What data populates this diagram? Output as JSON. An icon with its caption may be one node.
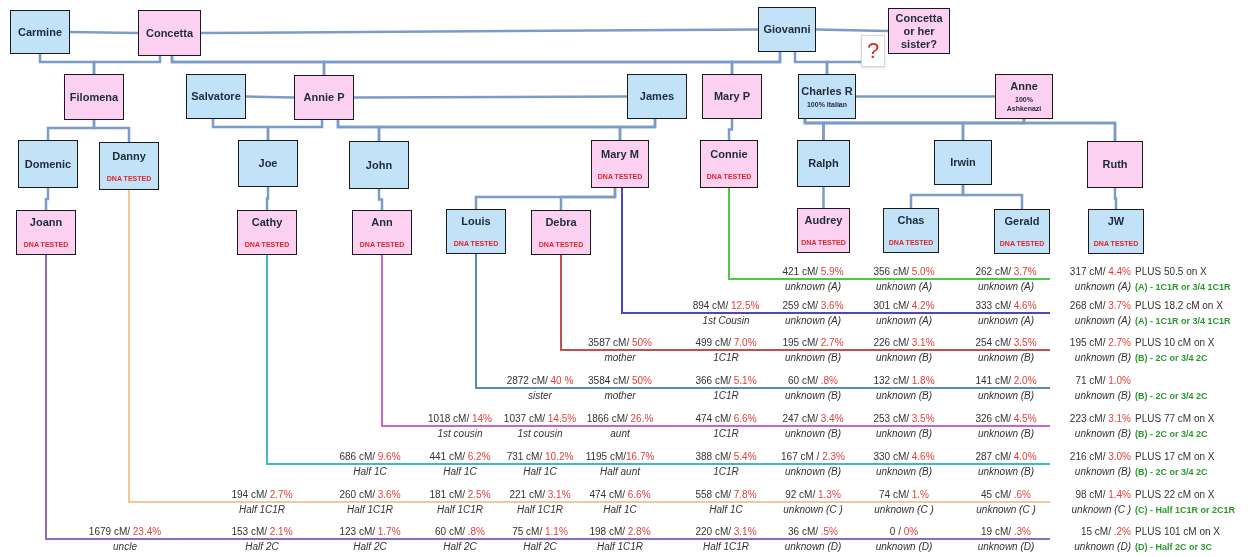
{
  "diagram": {
    "nodes": [
      {
        "text": [
          "Carmine"
        ]
      },
      {
        "text": [
          "Concetta"
        ]
      },
      {
        "text": [
          "Giovanni"
        ]
      },
      {
        "text": [
          "Concetta or her sister?"
        ]
      },
      {
        "text": [
          "?"
        ]
      },
      {
        "text": [
          "Filomena"
        ]
      },
      {
        "text": [
          "Salvatore"
        ]
      },
      {
        "text": [
          "Annie P"
        ]
      },
      {
        "text": [
          "James"
        ]
      },
      {
        "text": [
          "Mary P"
        ]
      },
      {
        "text": [
          "Charles R",
          "100% Italian"
        ]
      },
      {
        "text": [
          "Anne",
          "100% Ashkenazi"
        ]
      },
      {
        "text": [
          "Domenic"
        ]
      },
      {
        "text": [
          "Danny",
          "DNA TESTED"
        ]
      },
      {
        "text": [
          "Joe"
        ]
      },
      {
        "text": [
          "John"
        ]
      },
      {
        "text": [
          "Mary M",
          "DNA TESTED"
        ]
      },
      {
        "text": [
          "Connie",
          "DNA TESTED"
        ]
      },
      {
        "text": [
          "Ralph"
        ]
      },
      {
        "text": [
          "Irwin"
        ]
      },
      {
        "text": [
          "Ruth"
        ]
      },
      {
        "text": [
          "Joann",
          "DNA TESTED"
        ]
      },
      {
        "text": [
          "Cathy",
          "DNA TESTED"
        ]
      },
      {
        "text": [
          "Ann",
          "DNA TESTED"
        ]
      },
      {
        "text": [
          "Louis",
          "DNA TESTED"
        ]
      },
      {
        "text": [
          "Debra",
          "DNA TESTED"
        ]
      },
      {
        "text": [
          "Audrey",
          "DNA TESTED"
        ]
      },
      {
        "text": [
          "Chas",
          "DNA TESTED"
        ]
      },
      {
        "text": [
          "Gerald",
          "DNA TESTED"
        ]
      },
      {
        "text": [
          "JW",
          "DNA TESTED"
        ]
      }
    ],
    "edges": [
      {
        "from": 0,
        "to": 1,
        "arrow": "none"
      },
      {
        "from": 1,
        "to": 2,
        "arrow": "none"
      },
      {
        "from": 2,
        "to": 3,
        "arrow": "none"
      },
      {
        "from": 0,
        "to": 5,
        "arrow": "none"
      },
      {
        "from": 1,
        "to": 5,
        "arrow": "none"
      },
      {
        "from": 1,
        "to": 7,
        "arrow": "none"
      },
      {
        "from": 2,
        "to": 7,
        "arrow": "none"
      },
      {
        "from": 1,
        "to": 9,
        "arrow": "none"
      },
      {
        "from": 2,
        "to": 9,
        "arrow": "none"
      },
      {
        "from": 2,
        "to": 10,
        "arrow": "none"
      },
      {
        "from": 4,
        "to": 10,
        "arrow": "none"
      },
      {
        "from": 6,
        "to": 7,
        "arrow": "none"
      },
      {
        "from": 7,
        "to": 8,
        "arrow": "none"
      },
      {
        "from": 10,
        "to": 11,
        "arrow": "none"
      },
      {
        "from": 5,
        "to": 12,
        "arrow": "none"
      },
      {
        "from": 5,
        "to": 13,
        "arrow": "none"
      },
      {
        "from": 6,
        "to": 14,
        "arrow": "none"
      },
      {
        "from": 7,
        "to": 14,
        "arrow": "none"
      },
      {
        "from": 7,
        "to": 15,
        "arrow": "none"
      },
      {
        "from": 8,
        "to": 15,
        "arrow": "none"
      },
      {
        "from": 7,
        "to": 16,
        "arrow": "none"
      },
      {
        "from": 8,
        "to": 16,
        "arrow": "none"
      },
      {
        "from": 9,
        "to": 17,
        "arrow": "none"
      },
      {
        "from": 10,
        "to": 18,
        "arrow": "none"
      },
      {
        "from": 11,
        "to": 18,
        "arrow": "none"
      },
      {
        "from": 10,
        "to": 19,
        "arrow": "none"
      },
      {
        "from": 11,
        "to": 19,
        "arrow": "none"
      },
      {
        "from": 10,
        "to": 20,
        "arrow": "none"
      },
      {
        "from": 11,
        "to": 20,
        "arrow": "none"
      },
      {
        "from": 12,
        "to": 21,
        "arrow": "none"
      },
      {
        "from": 14,
        "to": 22,
        "arrow": "none"
      },
      {
        "from": 15,
        "to": 23,
        "arrow": "none"
      },
      {
        "from": 16,
        "to": 24,
        "arrow": "none"
      },
      {
        "from": 16,
        "to": 25,
        "arrow": "none"
      },
      {
        "from": 18,
        "to": 26,
        "arrow": "none"
      },
      {
        "from": 19,
        "to": 27,
        "arrow": "none"
      },
      {
        "from": 19,
        "to": 28,
        "arrow": "none"
      },
      {
        "from": 20,
        "to": 29,
        "arrow": "none"
      },
      {
        "from": 17,
        "to": null,
        "arrow": "none",
        "color": "#4cc94c"
      },
      {
        "from": 16,
        "to": null,
        "arrow": "none",
        "color": "#4848c0"
      },
      {
        "from": 25,
        "to": null,
        "arrow": "none",
        "color": "#c0504d"
      },
      {
        "from": 24,
        "to": null,
        "arrow": "none",
        "color": "#5b86c0"
      },
      {
        "from": 23,
        "to": null,
        "arrow": "none",
        "color": "#c865c8"
      },
      {
        "from": 22,
        "to": null,
        "arrow": "none",
        "color": "#38bcbc"
      },
      {
        "from": 13,
        "to": null,
        "arrow": "none",
        "color": "#f0c8a0"
      },
      {
        "from": 21,
        "to": null,
        "arrow": "none",
        "color": "#8c6cb4"
      }
    ],
    "labels": [
      "421 cM/ 5.9%",
      "356 cM/ 5.0%",
      "262 cM/ 3.7%",
      "317 cM/ 4.4%",
      "PLUS 50.5 on X",
      "unknown (A)",
      "unknown (A)",
      "unknown (A)",
      "unknown (A)",
      "(A) - 1C1R or 3/4 1C1R",
      "894 cM/ 12.5%",
      "259 cM/ 3.6%",
      "301 cM/ 4.2%",
      "333 cM/ 4.6%",
      "268 cM/ 3.7%",
      "PLUS 18.2 cM on X",
      "1st Cousin",
      "unknown (A)",
      "unknown (A)",
      "unknown (A)",
      "unknown (A)",
      "(A) - 1C1R or 3/4 1C1R",
      "3587 cM/ 50%",
      "499 cM/ 7.0%",
      "195 cM/ 2.7%",
      "226 cM/ 3.1%",
      "254 cM/ 3.5%",
      "195 cM/ 2.7%",
      "PLUS 10 cM on X",
      "mother",
      "1C1R",
      "unknown (B)",
      "unknown (B)",
      "unknown (B)",
      "unknown (B)",
      "(B) - 2C or 3/4 2C",
      "2872 cM/ 40 %",
      "3584 cM/ 50%",
      "366 cM/ 5.1%",
      "60 cM/ .8%",
      "132 cM/ 1.8%",
      "141 cM/ 2.0%",
      "71 cM/ 1.0%",
      "sister",
      "mother",
      "1C1R",
      "unknown (B)",
      "unknown (B)",
      "unknown (B)",
      "unknown (B)",
      "(B) - 2C or 3/4 2C",
      "1018 cM/ 14%",
      "1037 cM/ 14.5%",
      "1866 cM/ 26.%",
      "474 cM/ 6.6%",
      "247 cM/ 3.4%",
      "253 cM/ 3.5%",
      "326 cM/ 4.5%",
      "223 cM/ 3.1%",
      "PLUS 77 cM on X",
      "1st cousin",
      "1st cousin",
      "aunt",
      "1C1R",
      "unknown (B)",
      "unknown (B)",
      "unknown (B)",
      "unknown (B)",
      "(B) - 2C or 3/4 2C",
      "686 cM/ 9.6%",
      "441 cM/ 6.2%",
      "731 cM/ 10.2%",
      "1195 cM/16.7%",
      "388 cM/ 5.4%",
      "167 cM / 2.3%",
      "330 cM/ 4.6%",
      "287 cM/ 4.0%",
      "216 cM/ 3.0%",
      "PLUS 17 cM on X",
      "Half 1C",
      "Half 1C",
      "Half 1C",
      "Half aunt",
      "1C1R",
      "unknown (B)",
      "unknown (B)",
      "unknown (B)",
      "unknown (B)",
      "(B) - 2C or 3/4 2C",
      "194 cM/ 2.7%",
      "260 cM/ 3.6%",
      "181 cM/ 2.5%",
      "221 cM/ 3.1%",
      "474 cM/ 6.6%",
      "558 cM/ 7.8%",
      "92 cM/ 1.3%",
      "74 cM/ 1.%",
      "45 cM/ .6%",
      "98 cM/ 1.4%",
      "PLUS 22 cM on X",
      "Half 1C1R",
      "Half 1C1R",
      "Half 1C1R",
      "Half 1C1R",
      "Half 1C",
      "Half 1C",
      "unknown (C )",
      "unknown (C )",
      "unknown (C )",
      "unknown (C )",
      "(C) - Half 1C1R or 2C1R",
      "1679 cM/ 23.4%",
      "153 cM/ 2.1%",
      "123 cM/ 1.7%",
      "60 cM/ .8%",
      "75 cM/ 1.1%",
      "198 cM/ 2.8%",
      "220 cM/ 3.1%",
      "36 cM/ .5%",
      "0 / 0%",
      "19 cM/ .3%",
      "15 cM/ .2%",
      "PLUS 101 cM on X",
      "uncle",
      "Half 2C",
      "Half 2C",
      "Half 2C",
      "Half 2C",
      "Half 1C1R",
      "Half 1C1R",
      "unknown (D)",
      "unknown (D)",
      "unknown (D)",
      "unknown (D)",
      "(D) - Half 2C or 3C"
    ]
  }
}
